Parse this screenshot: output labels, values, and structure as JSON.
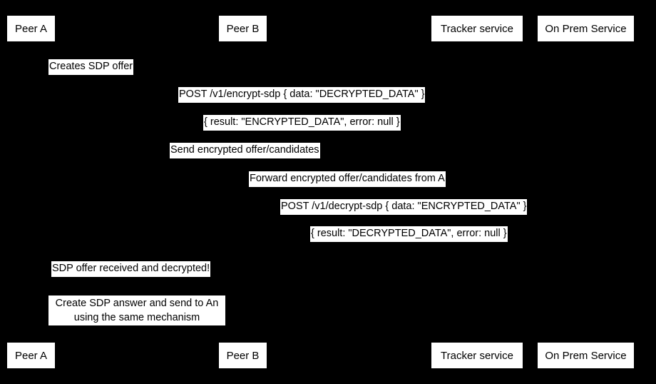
{
  "diagram": {
    "type": "sequence-diagram",
    "background_color": "#000000",
    "box_color": "#ffffff",
    "text_color": "#000000",
    "participants": [
      {
        "id": "peer-a",
        "label": "Peer A"
      },
      {
        "id": "peer-b",
        "label": "Peer B"
      },
      {
        "id": "tracker-service",
        "label": "Tracker service"
      },
      {
        "id": "on-prem-service",
        "label": "On Prem Service"
      }
    ],
    "messages": [
      {
        "id": "creates-sdp-offer",
        "label": "Creates SDP offer",
        "from": "peer-a",
        "to": "peer-a"
      },
      {
        "id": "post-encrypt-sdp",
        "label": "POST /v1/encrypt-sdp { data: \"DECRYPTED_DATA\" }",
        "from": "peer-a",
        "to": "on-prem-service"
      },
      {
        "id": "encrypt-sdp-result",
        "label": "{ result: \"ENCRYPTED_DATA\", error: null }",
        "from": "on-prem-service",
        "to": "peer-a"
      },
      {
        "id": "send-encrypted-offer",
        "label": "Send encrypted offer/candidates",
        "from": "peer-a",
        "to": "tracker-service"
      },
      {
        "id": "forward-encrypted-offer",
        "label": "Forward encrypted offer/candidates from A",
        "from": "tracker-service",
        "to": "peer-b"
      },
      {
        "id": "post-decrypt-sdp",
        "label": "POST /v1/decrypt-sdp { data: \"ENCRYPTED_DATA\" }",
        "from": "peer-b",
        "to": "on-prem-service"
      },
      {
        "id": "decrypt-sdp-result",
        "label": "{ result: \"DECRYPTED_DATA\", error: null }",
        "from": "on-prem-service",
        "to": "peer-b"
      },
      {
        "id": "sdp-offer-received",
        "label": "SDP offer received and decrypted!",
        "from": "peer-b",
        "to": "peer-b"
      },
      {
        "id": "create-sdp-answer",
        "label": "Create SDP answer and send to An using the same mechanism",
        "label_line_1": "Create SDP answer and send to An",
        "label_line_2": "using the same mechanism",
        "from": "peer-b",
        "to": "peer-a"
      }
    ],
    "footer_participants": [
      {
        "id": "peer-a",
        "label": "Peer A"
      },
      {
        "id": "peer-b",
        "label": "Peer B"
      },
      {
        "id": "tracker-service",
        "label": "Tracker service"
      },
      {
        "id": "on-prem-service",
        "label": "On Prem Service"
      }
    ]
  }
}
